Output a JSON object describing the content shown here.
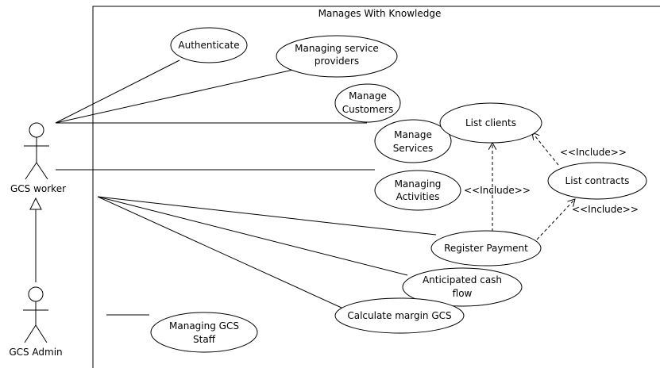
{
  "system": {
    "title": "Manages With Knowledge"
  },
  "actors": {
    "worker": "GCS worker",
    "admin": "GCS Admin"
  },
  "use_cases": {
    "authenticate": [
      "Authenticate"
    ],
    "managing_service_providers": [
      "Managing service",
      "providers"
    ],
    "manage_customers": [
      "Manage",
      "Customers"
    ],
    "manage_services": [
      "Manage",
      "Services"
    ],
    "list_clients": [
      "List clients"
    ],
    "list_contracts": [
      "List contracts"
    ],
    "managing_activities": [
      "Managing",
      "Activities"
    ],
    "register_payment": [
      "Register Payment"
    ],
    "anticipated_cash_flow": [
      "Anticipated cash",
      "flow"
    ],
    "calculate_margin": [
      "Calculate margin GCS"
    ],
    "managing_gcs_staff": [
      "Managing GCS",
      "Staff"
    ]
  },
  "stereotypes": {
    "include_1": "<<Include>>",
    "include_2": "<<Include>>",
    "include_3": "<<Include>>"
  }
}
